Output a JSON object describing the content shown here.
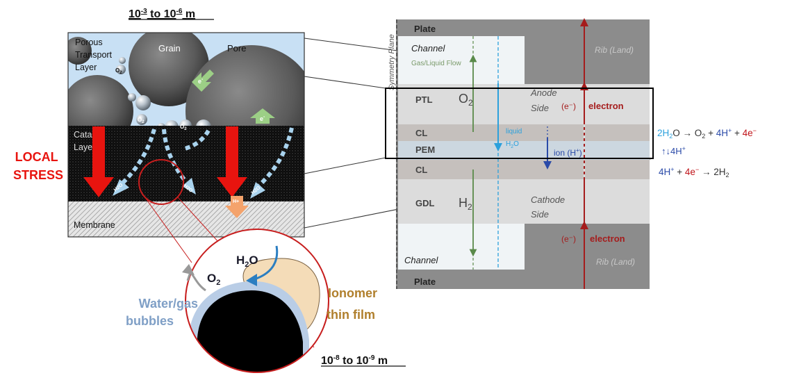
{
  "scales": {
    "macro": {
      "base": "10",
      "exp1": "-3",
      "mid": " to 10",
      "exp2": "-6",
      "unit": " m"
    },
    "micro": {
      "base": "10",
      "exp1": "-8",
      "mid": " to 10",
      "exp2": "-9",
      "unit": " m"
    }
  },
  "left_panel": {
    "ptl_label": [
      "Porous",
      "Transport",
      "Layer"
    ],
    "grain_label": "Grain",
    "pore_label": "Pore",
    "o2_bubble": "O",
    "o2_bubble_sub": "2",
    "catalyst_label": [
      "Catalyst",
      "Layer"
    ],
    "membrane_label": "Membrane",
    "electron_symbol": "e",
    "electron_sup": "-",
    "proton_label": "H+",
    "water_label": "H2O",
    "local_stress": [
      "LOCAL",
      "STRESS"
    ]
  },
  "zoom": {
    "o2": "O",
    "o2_sub": "2",
    "h2o": "H",
    "h2o_sub": "2",
    "h2o_end": "O",
    "water_gas": [
      "Water/gas",
      "bubbles"
    ],
    "ionomer": [
      "Ionomer",
      "thin film"
    ]
  },
  "right_panel": {
    "symmetry_plane": "Symmetry Plane",
    "plate_top": "Plate",
    "plate_bottom": "Plate",
    "channel_top": "Channel",
    "channel_bottom": "Channel",
    "gas_liquid_flow": "Gas/Liquid Flow",
    "rib_top": "Rib (Land)",
    "rib_bottom": "Rib (Land)",
    "layers": {
      "ptl": "PTL",
      "cl_top": "CL",
      "pem": "PEM",
      "cl_bottom": "CL",
      "gdl": "GDL"
    },
    "o2": "O",
    "o2_sub": "2",
    "h2": "H",
    "h2_sub": "2",
    "anode_side": [
      "Anode",
      "Side"
    ],
    "cathode_side": [
      "Cathode",
      "Side"
    ],
    "electron_top": "electron",
    "electron_bottom": "electron",
    "e_symbol_top": "(e⁻)",
    "e_symbol_bottom": "(e⁻)",
    "liquid_h2o": "liquid",
    "liquid_h2o_2": "H",
    "liquid_h2o_sub": "2",
    "liquid_h2o_end": "O",
    "ion_label": "ion (H",
    "ion_sup": "+",
    "ion_end": ")"
  },
  "equations": {
    "anode": {
      "a": "2H",
      "a_sub": "2",
      "b": "O → O",
      "b_sub": "2",
      "c": " + ",
      "d": "4H",
      "d_sup": "+",
      "e": " + ",
      "f": "4e",
      "f_sup": "−"
    },
    "transfer": {
      "arrows": "↑↓",
      "text": "4H",
      "sup": "+"
    },
    "cathode": {
      "a": "4H",
      "a_sup": "+",
      "b": " + ",
      "c": "4e",
      "c_sup": "−",
      "d": " → 2H",
      "d_sub": "2"
    }
  },
  "colors": {
    "local_stress": "#e8140f",
    "electron_red": "#a51c1c",
    "gas_green": "#5a8a4a",
    "water_blue": "#2ba0dc",
    "ion_blue": "#2a4aa8",
    "ionomer": "#b07f2c",
    "bubbles": "#7f9fc6",
    "pore": "#c8e0f4",
    "plate_gray": "#8c8c8c"
  }
}
